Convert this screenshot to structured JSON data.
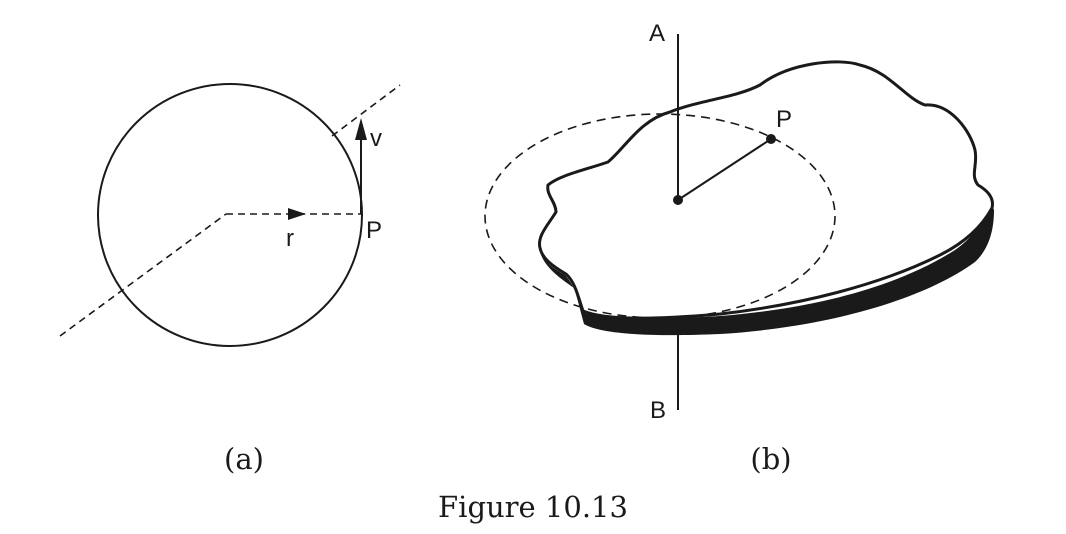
{
  "diagram_a": {
    "label": "(a)",
    "radius_label": "r",
    "velocity_label": "v",
    "point_label": "P"
  },
  "diagram_b": {
    "label": "(b)",
    "axis_top_label": "A",
    "axis_bottom_label": "B",
    "point_label": "P"
  },
  "caption": "Figure 10.13"
}
